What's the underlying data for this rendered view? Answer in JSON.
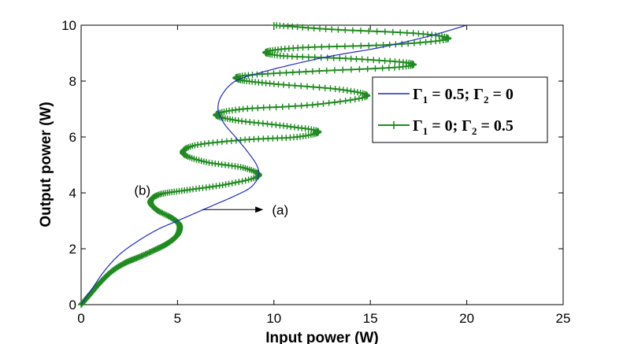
{
  "chart_data": {
    "type": "line",
    "title": "",
    "xlabel": "Input power (W)",
    "ylabel": "Output power (W)",
    "xlim": [
      0,
      25
    ],
    "ylim": [
      0,
      10
    ],
    "xticks": [
      "0",
      "5",
      "10",
      "15",
      "20",
      "25"
    ],
    "yticks": [
      "0",
      "2",
      "4",
      "6",
      "8",
      "10"
    ],
    "grid": false,
    "legend_position": "right",
    "series": [
      {
        "name": "Γ₁ = 0.5; Γ₂ = 0",
        "legend": {
          "symbol": "Γ",
          "sub1": "1",
          "mid": " = 0.5; ",
          "symbol2": "Γ",
          "sub2": "2",
          "end": " = 0"
        },
        "color": "#1f2dbd",
        "marker": "none",
        "x": [
          0,
          0.6,
          1.2,
          2,
          3,
          4,
          5,
          6,
          7,
          8,
          8.8,
          9.2,
          9.1,
          8.6,
          8.0,
          7.4,
          7.1,
          7.3,
          8.0,
          9.3,
          11,
          13,
          15.5,
          18,
          20
        ],
        "y": [
          0,
          0.6,
          1.2,
          1.8,
          2.3,
          2.7,
          3.0,
          3.3,
          3.6,
          3.9,
          4.2,
          4.6,
          5.0,
          5.5,
          6.0,
          6.5,
          7.0,
          7.5,
          8.0,
          8.3,
          8.6,
          8.9,
          9.2,
          9.6,
          10.0
        ]
      },
      {
        "name": "Γ₁ = 0;    Γ₂ = 0.5",
        "legend": {
          "symbol": "Γ",
          "sub1": "1",
          "mid": " = 0;    ",
          "symbol2": "Γ",
          "sub2": "2",
          "end": " = 0.5"
        },
        "color": "#1e8b1e",
        "marker": "+",
        "x": [
          0,
          0.5,
          1.0,
          1.6,
          2.3,
          3.0,
          3.8,
          4.5,
          5.0,
          5.1,
          4.7,
          3.9,
          3.6,
          4.1,
          5.5,
          7.5,
          9.2,
          8.4,
          6.5,
          5.3,
          5.9,
          8.5,
          11.2,
          12.3,
          10.5,
          8.0,
          7.0,
          8.4,
          12.0,
          14.8,
          13.4,
          10.0,
          8.2,
          8.5,
          12.0,
          16.5,
          17.0,
          14.0,
          10.5,
          9.6,
          11.5,
          16.0,
          19.0,
          17.5,
          13.0,
          10.0
        ],
        "y": [
          0,
          0.4,
          0.8,
          1.2,
          1.5,
          1.7,
          1.95,
          2.2,
          2.5,
          2.85,
          3.1,
          3.4,
          3.7,
          3.95,
          4.1,
          4.3,
          4.6,
          4.9,
          5.1,
          5.4,
          5.7,
          5.9,
          6.0,
          6.2,
          6.4,
          6.6,
          6.8,
          7.0,
          7.15,
          7.45,
          7.7,
          7.9,
          8.05,
          8.2,
          8.35,
          8.5,
          8.65,
          8.8,
          8.9,
          9.05,
          9.2,
          9.3,
          9.5,
          9.7,
          9.85,
          10.0
        ]
      }
    ],
    "annotations": [
      {
        "text": "(a)",
        "at": [
          9.9,
          3.4
        ],
        "arrow_from": [
          6.3,
          3.4
        ],
        "arrow_to": [
          9.4,
          3.4
        ]
      },
      {
        "text": "(b)",
        "at": [
          3.6,
          4.1
        ]
      }
    ]
  }
}
